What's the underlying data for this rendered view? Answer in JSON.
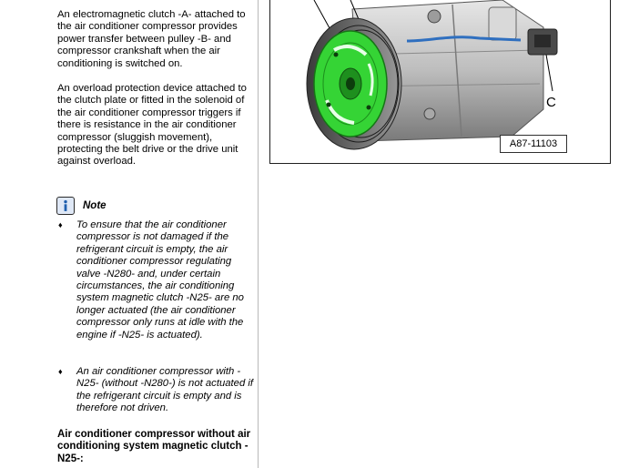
{
  "paragraphs": [
    "An electromagnetic clutch -A- attached to the air conditioner compressor provides power transfer between pulley -B- and compressor crankshaft when the air conditioning is switched on.",
    "An overload protection device attached to the clutch plate or fitted in the solenoid of the air conditioner compressor triggers if there is resistance in the air conditioner compressor (sluggish movement), protecting the belt drive or the drive unit against overload."
  ],
  "note": {
    "label": "Note",
    "icon": "info-icon",
    "bullets": [
      "To ensure that the air conditioner compressor is not damaged if the refrigerant circuit is empty, the air conditioner compressor regulating valve -N280- and, under certain circumstances, the air conditioning system magnetic clutch -N25- are no longer actuated (the air conditioner compressor only runs at idle with the engine if -N25- is actuated).",
      "An air conditioner compressor with -N25- (without -N280-) is not actuated if the refrigerant circuit is empty and is therefore not driven."
    ]
  },
  "bullet_glyph": "♦",
  "section_title": "Air conditioner compressor without air conditioning system magnetic clutch -N25-:",
  "figure": {
    "callout_c": "C",
    "figure_id": "A87-11103",
    "clutch_color": "#35d435"
  }
}
